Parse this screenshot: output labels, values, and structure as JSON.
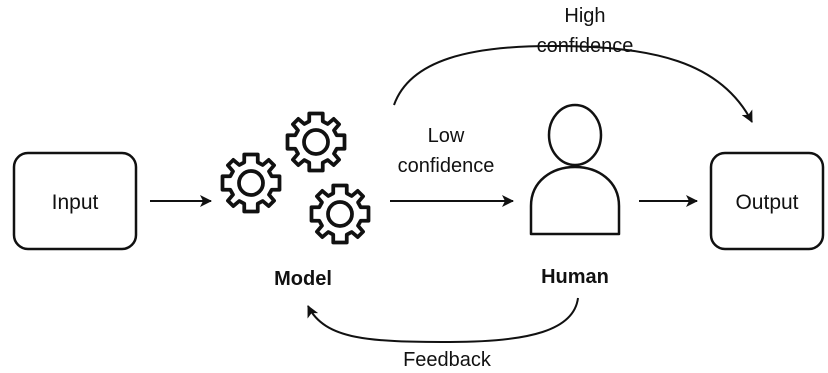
{
  "nodes": {
    "input": {
      "label": "Input"
    },
    "model": {
      "label": "Model",
      "icon": "gears-icon"
    },
    "human": {
      "label": "Human",
      "icon": "person-icon"
    },
    "output": {
      "label": "Output"
    }
  },
  "edges": {
    "high_confidence": {
      "line1": "High",
      "line2": "confidence"
    },
    "low_confidence": {
      "line1": "Low",
      "line2": "confidence"
    },
    "feedback": {
      "label": "Feedback"
    }
  },
  "colors": {
    "stroke": "#111111",
    "background": "#ffffff"
  }
}
